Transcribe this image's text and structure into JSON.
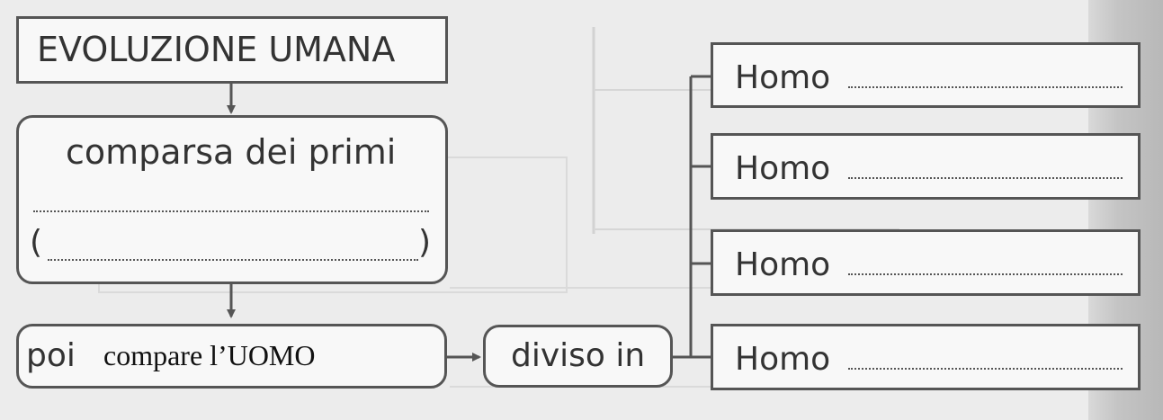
{
  "diagram": {
    "title": "EVOLUZIONE UMANA",
    "first_box": {
      "text": "comparsa dei primi",
      "paren_open": "(",
      "paren_close": ")"
    },
    "second_box": {
      "label": "poi",
      "handwritten": "compare l’UOMO"
    },
    "split_box": {
      "text": "diviso in"
    },
    "branches": [
      {
        "text": "Homo"
      },
      {
        "text": "Homo"
      },
      {
        "text": "Homo"
      },
      {
        "text": "Homo"
      }
    ]
  },
  "colors": {
    "border": "#555555",
    "background": "#ececec",
    "box_fill": "#f8f8f8"
  }
}
